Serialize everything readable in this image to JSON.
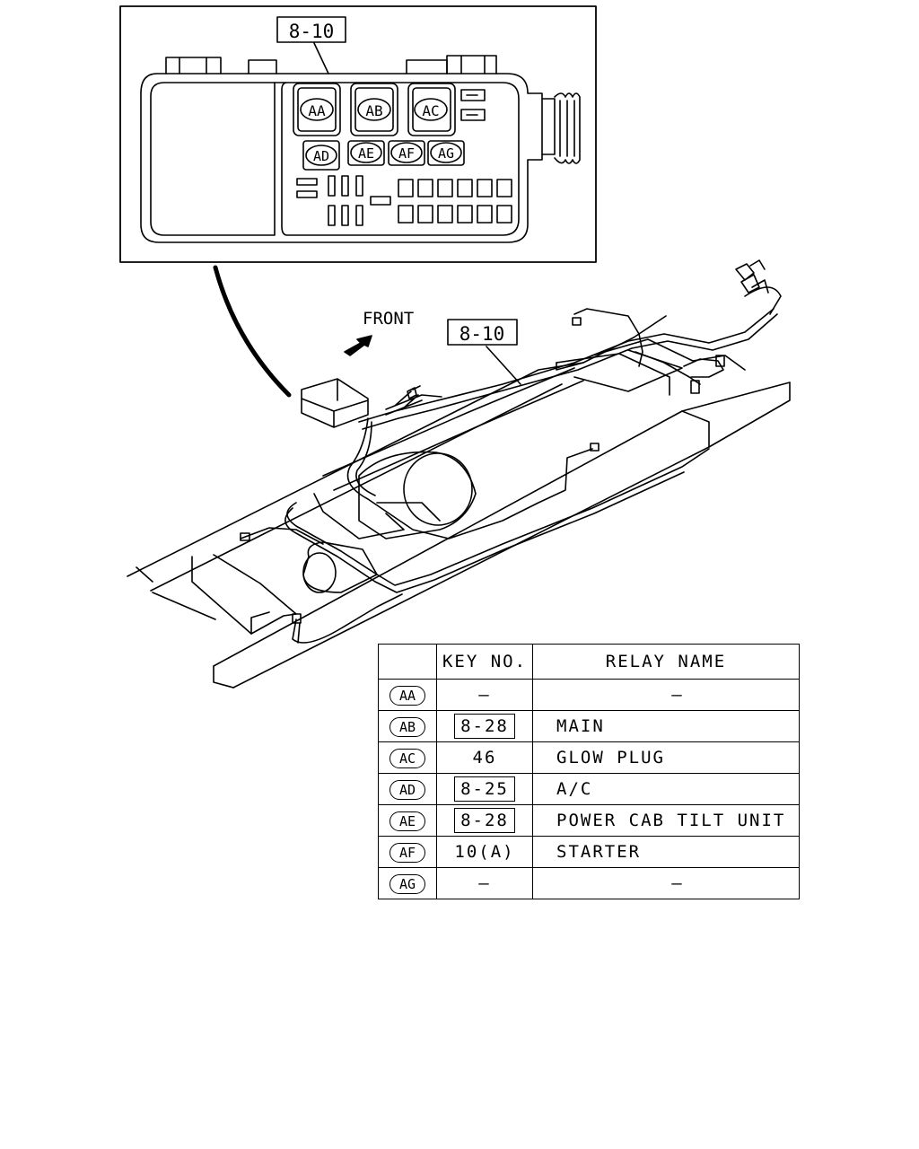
{
  "inset": {
    "callout": "8-10",
    "relays": [
      "AA",
      "AB",
      "AC",
      "AD",
      "AE",
      "AF",
      "AG"
    ]
  },
  "main": {
    "front_label": "FRONT",
    "callout": "8-10"
  },
  "table": {
    "headers": {
      "code": "",
      "key": "KEY NO.",
      "name": "RELAY NAME"
    },
    "rows": [
      {
        "code": "AA",
        "key": "—",
        "key_boxed": false,
        "name": "—"
      },
      {
        "code": "AB",
        "key": "8-28",
        "key_boxed": true,
        "name": "MAIN"
      },
      {
        "code": "AC",
        "key": "46",
        "key_boxed": false,
        "name": "GLOW PLUG"
      },
      {
        "code": "AD",
        "key": "8-25",
        "key_boxed": true,
        "name": "A/C"
      },
      {
        "code": "AE",
        "key": "8-28",
        "key_boxed": true,
        "name": "POWER CAB TILT UNIT"
      },
      {
        "code": "AF",
        "key": "10(A)",
        "key_boxed": false,
        "name": "STARTER"
      },
      {
        "code": "AG",
        "key": "—",
        "key_boxed": false,
        "name": "—"
      }
    ]
  }
}
